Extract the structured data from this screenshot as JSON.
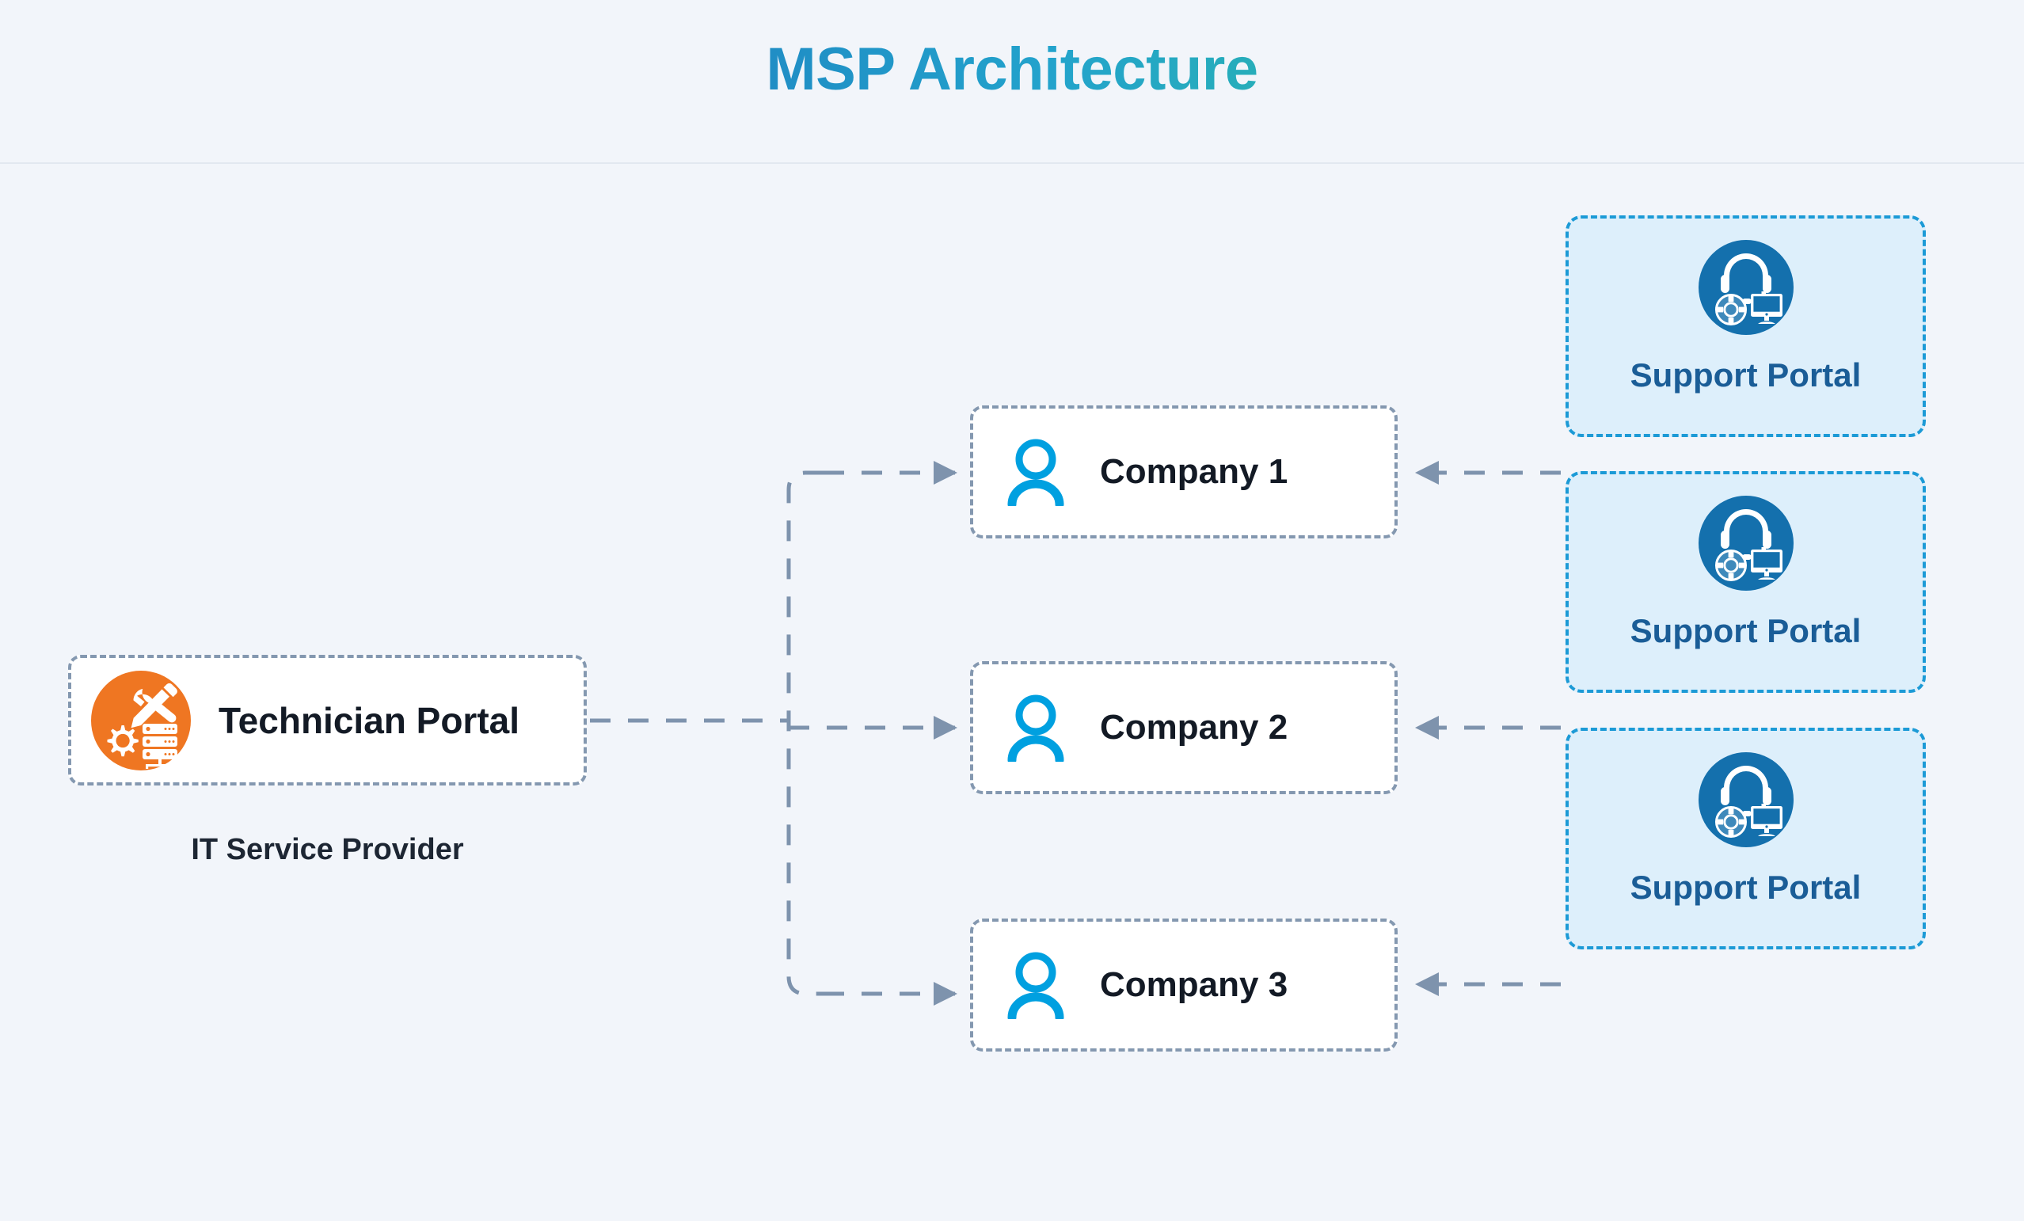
{
  "header": {
    "title": "MSP Architecture"
  },
  "diagram": {
    "provider": {
      "node_label": "Technician Portal",
      "caption": "IT Service Provider",
      "icon": "tools-server-icon",
      "icon_color": "#ef7622"
    },
    "companies": [
      {
        "label": "Company 1",
        "icon": "person-icon"
      },
      {
        "label": "Company 2",
        "icon": "person-icon"
      },
      {
        "label": "Company 3",
        "icon": "person-icon"
      }
    ],
    "support_portals": [
      {
        "label": "Support Portal",
        "icon": "headset-support-icon"
      },
      {
        "label": "Support Portal",
        "icon": "headset-support-icon"
      },
      {
        "label": "Support Portal",
        "icon": "headset-support-icon"
      }
    ],
    "colors": {
      "background": "#f2f5fa",
      "connector": "#8498b0",
      "company_icon": "#00a0e0",
      "provider_icon": "#ef7622",
      "support_icon": "#1470ad",
      "support_card_bg": "#ddeffb",
      "support_card_border": "#1c9ad6",
      "support_text": "#1a5d97",
      "node_text": "#131a25",
      "title_gradient_start": "#1565a8",
      "title_gradient_mid": "#23a3cc",
      "title_gradient_end": "#3fc47c"
    }
  }
}
